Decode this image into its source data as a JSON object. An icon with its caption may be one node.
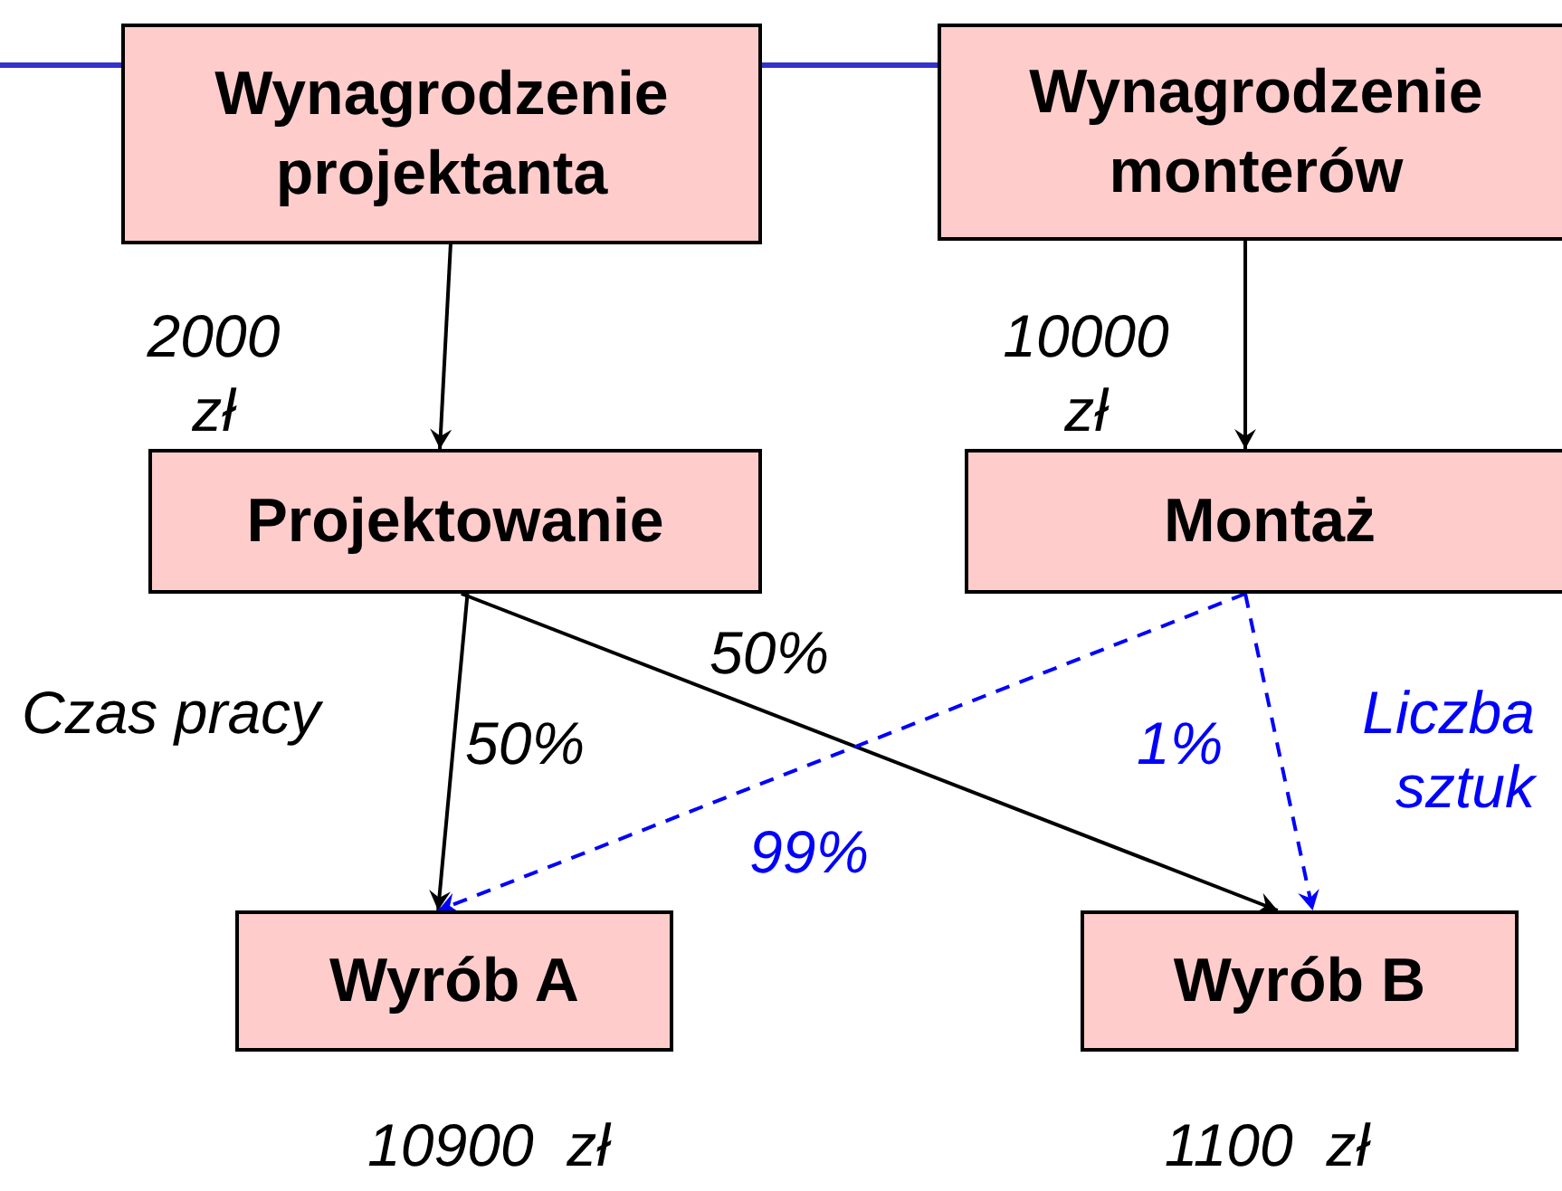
{
  "diagram": {
    "nodes": [
      {
        "text": [
          "Wynagrodzenie projektanta"
        ]
      },
      {
        "text": [
          "Wynagrodzenie monterów"
        ]
      },
      {
        "text": [
          "Projektowanie"
        ]
      },
      {
        "text": [
          "Montaż"
        ]
      },
      {
        "text": [
          "Wyrób A"
        ],
        "beside": [
          "10900  zł"
        ]
      },
      {
        "text": [
          "Wyrób B"
        ],
        "beside": [
          "1100  zł"
        ]
      }
    ],
    "edges": [
      {
        "from": 0,
        "to": 2,
        "arrow": "to",
        "label": "2000 zł"
      },
      {
        "from": 1,
        "to": 3,
        "arrow": "to",
        "label": "10000 zł"
      },
      {
        "from": 2,
        "to": 4,
        "arrow": "to",
        "label": "50%"
      },
      {
        "from": 2,
        "to": 5,
        "arrow": "to",
        "label": "50%"
      },
      {
        "from": 3,
        "to": 4,
        "arrow": "to",
        "label": "99%",
        "style": "dashed",
        "color": "#0000ff"
      },
      {
        "from": 3,
        "to": 5,
        "arrow": "to",
        "label": "1%",
        "style": "dashed",
        "color": "#0000ff"
      }
    ],
    "labels": [
      "Czas pracy",
      "Liczba sztuk"
    ]
  }
}
